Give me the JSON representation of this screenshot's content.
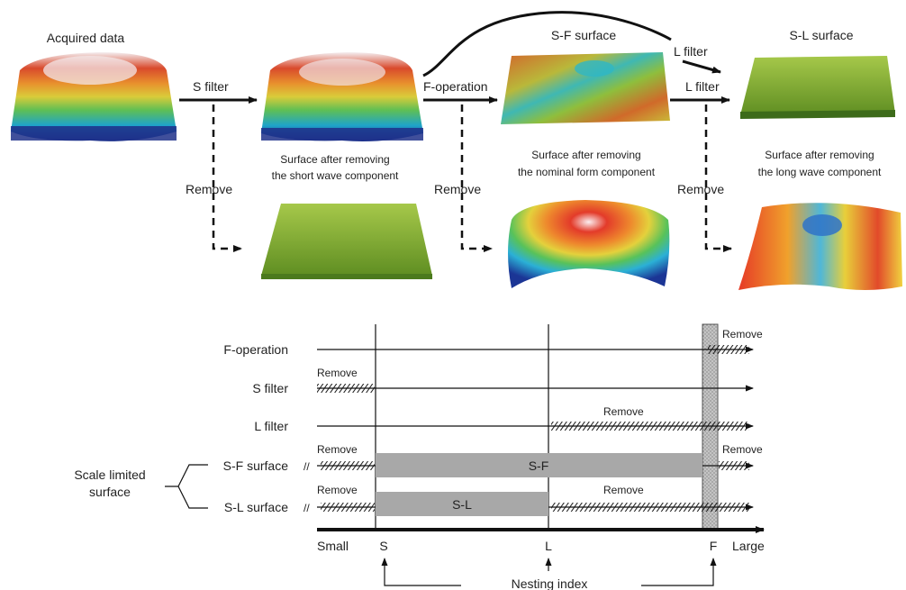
{
  "top": {
    "acquired_data": "Acquired data",
    "s_filter": "S filter",
    "f_operation": "F-operation",
    "l_filter_top": "L filter",
    "l_filter_mid": "L filter",
    "sf_surface": "S-F surface",
    "sl_surface": "S-L surface",
    "after_short_1": "Surface after removing",
    "after_short_2": "the short wave component",
    "after_form_1": "Surface after removing",
    "after_form_2": "the nominal form component",
    "after_long_1": "Surface after removing",
    "after_long_2": "the long wave component",
    "remove_1": "Remove",
    "remove_2": "Remove",
    "remove_3": "Remove"
  },
  "bottom": {
    "rows": {
      "f_operation": "F-operation",
      "s_filter": "S filter",
      "l_filter": "L filter",
      "sf_surface": "S-F surface",
      "sl_surface": "S-L surface"
    },
    "scale_limited_1": "Scale limited",
    "scale_limited_2": "surface",
    "remove": "Remove",
    "bar_sf": "S-F",
    "bar_sl": "S-L",
    "axis_small": "Small",
    "axis_large": "Large",
    "tick_s": "S",
    "tick_l": "L",
    "tick_f": "F",
    "nesting_index": "Nesting index"
  },
  "colors": {
    "bar_gray": "#a8a8a8",
    "f_band": "#b9b9b9",
    "line": "#111111",
    "green_surface": "#7fae2a"
  }
}
